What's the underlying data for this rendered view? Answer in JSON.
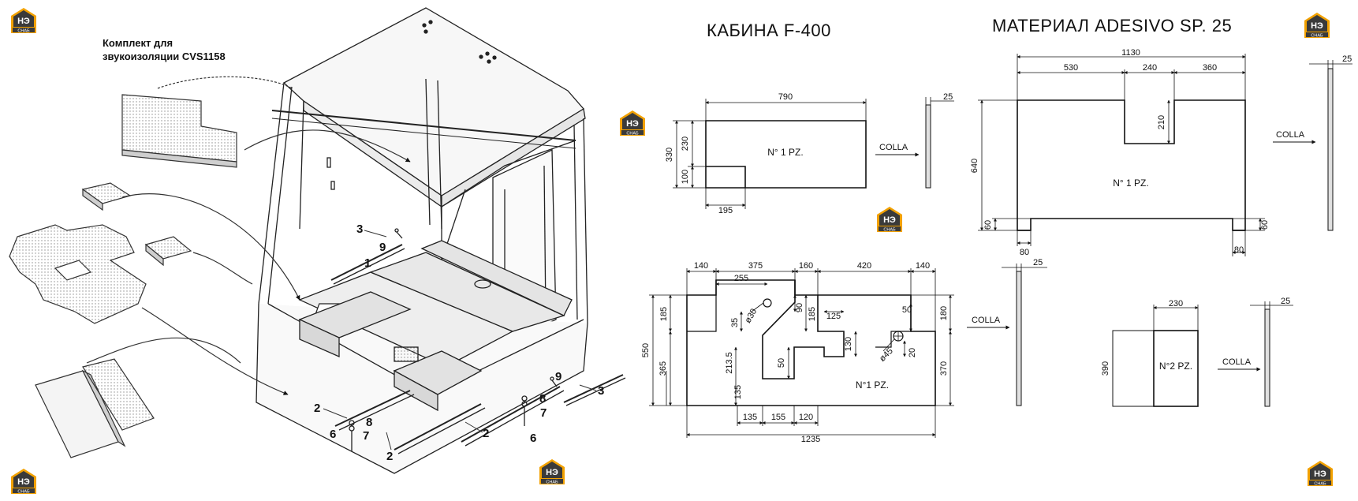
{
  "header": {
    "kit_line1": "Комплект для",
    "kit_line2": "звукоизоляции CVS1158",
    "title_cab": "КАБИНА F-400",
    "title_material": "МАТЕРИАЛ ADESIVO SP. 25"
  },
  "logo": {
    "letters": "НЭ",
    "sub": "СНАБ",
    "color_dark": "#3a3a3a",
    "color_accent": "#f2a100"
  },
  "callouts": [
    "1",
    "2",
    "3",
    "6",
    "7",
    "8",
    "9"
  ],
  "panel_a": {
    "dims": [
      "790",
      "330",
      "230",
      "100",
      "195",
      "25"
    ],
    "label": "N° 1 PZ.",
    "glue": "COLLA"
  },
  "panel_b": {
    "dims": [
      "1130",
      "530",
      "240",
      "360",
      "210",
      "640",
      "60",
      "80",
      "25"
    ],
    "label": "N° 1 PZ.",
    "glue": "COLLA"
  },
  "panel_c": {
    "dims": [
      "140",
      "375",
      "160",
      "420",
      "255",
      "ø30",
      "90",
      "185",
      "35",
      "125",
      "50",
      "180",
      "213.5",
      "130",
      "ø45",
      "20",
      "365",
      "550",
      "370",
      "50",
      "135",
      "155",
      "120",
      "1235",
      "25"
    ],
    "label": "N°1 PZ.",
    "glue": "COLLA"
  },
  "panel_d": {
    "dims": [
      "230",
      "390",
      "25"
    ],
    "label": "N°2 PZ.",
    "glue": "COLLA"
  }
}
